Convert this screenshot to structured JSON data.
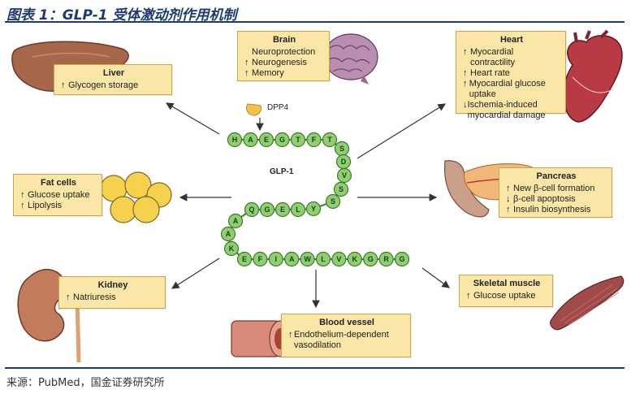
{
  "title": "图表 1：GLP-1 受体激动剂作用机制",
  "footer": "来源：PubMed，国金证券研究所",
  "peptide": {
    "label": "GLP-1",
    "enzyme": "DPP4",
    "sequence": [
      "H",
      "A",
      "E",
      "G",
      "T",
      "F",
      "T",
      "S",
      "D",
      "V",
      "S",
      "S",
      "Y",
      "L",
      "E",
      "G",
      "Q",
      "A",
      "A",
      "K",
      "E",
      "F",
      "I",
      "A",
      "W",
      "L",
      "V",
      "K",
      "G",
      "R",
      "G"
    ]
  },
  "organs": {
    "liver": {
      "title": "Liver",
      "effects": [
        {
          "dir": "↑",
          "text": "Glycogen storage"
        }
      ]
    },
    "brain": {
      "title": "Brain",
      "effects": [
        {
          "dir": "",
          "text": "Neuroprotection"
        },
        {
          "dir": "↑",
          "text": "Neurogenesis"
        },
        {
          "dir": "↑",
          "text": "Memory"
        }
      ]
    },
    "heart": {
      "title": "Heart",
      "effects": [
        {
          "dir": "↑",
          "text": "Myocardial contractility"
        },
        {
          "dir": "↑",
          "text": "Heart rate"
        },
        {
          "dir": "↑",
          "text": "Myocardial glucose uptake"
        },
        {
          "dir": "↓",
          "text": "Ischemia-induced myocardial damage"
        }
      ]
    },
    "fat": {
      "title": "Fat cells",
      "effects": [
        {
          "dir": "↑",
          "text": "Glucose uptake"
        },
        {
          "dir": "↑",
          "text": "Lipolysis"
        }
      ]
    },
    "pancreas": {
      "title": "Pancreas",
      "effects": [
        {
          "dir": "↑",
          "text": "New β-cell formation"
        },
        {
          "dir": "↓",
          "text": "β-cell apoptosis"
        },
        {
          "dir": "↑",
          "text": "Insulin biosynthesis"
        }
      ]
    },
    "kidney": {
      "title": "Kidney",
      "effects": [
        {
          "dir": "↑",
          "text": "Natriuresis"
        }
      ]
    },
    "vessel": {
      "title": "Blood vessel",
      "effects": [
        {
          "dir": "↑",
          "text": "Endothelium-dependent vasodilation"
        }
      ]
    },
    "muscle": {
      "title": "Skeletal muscle",
      "effects": [
        {
          "dir": "↑",
          "text": "Glucose uptake"
        }
      ]
    }
  },
  "colors": {
    "box": "#fae6a6",
    "bead": "#8fcf6f",
    "beadStroke": "#3d7a2a",
    "title": "#1f3b6e"
  }
}
